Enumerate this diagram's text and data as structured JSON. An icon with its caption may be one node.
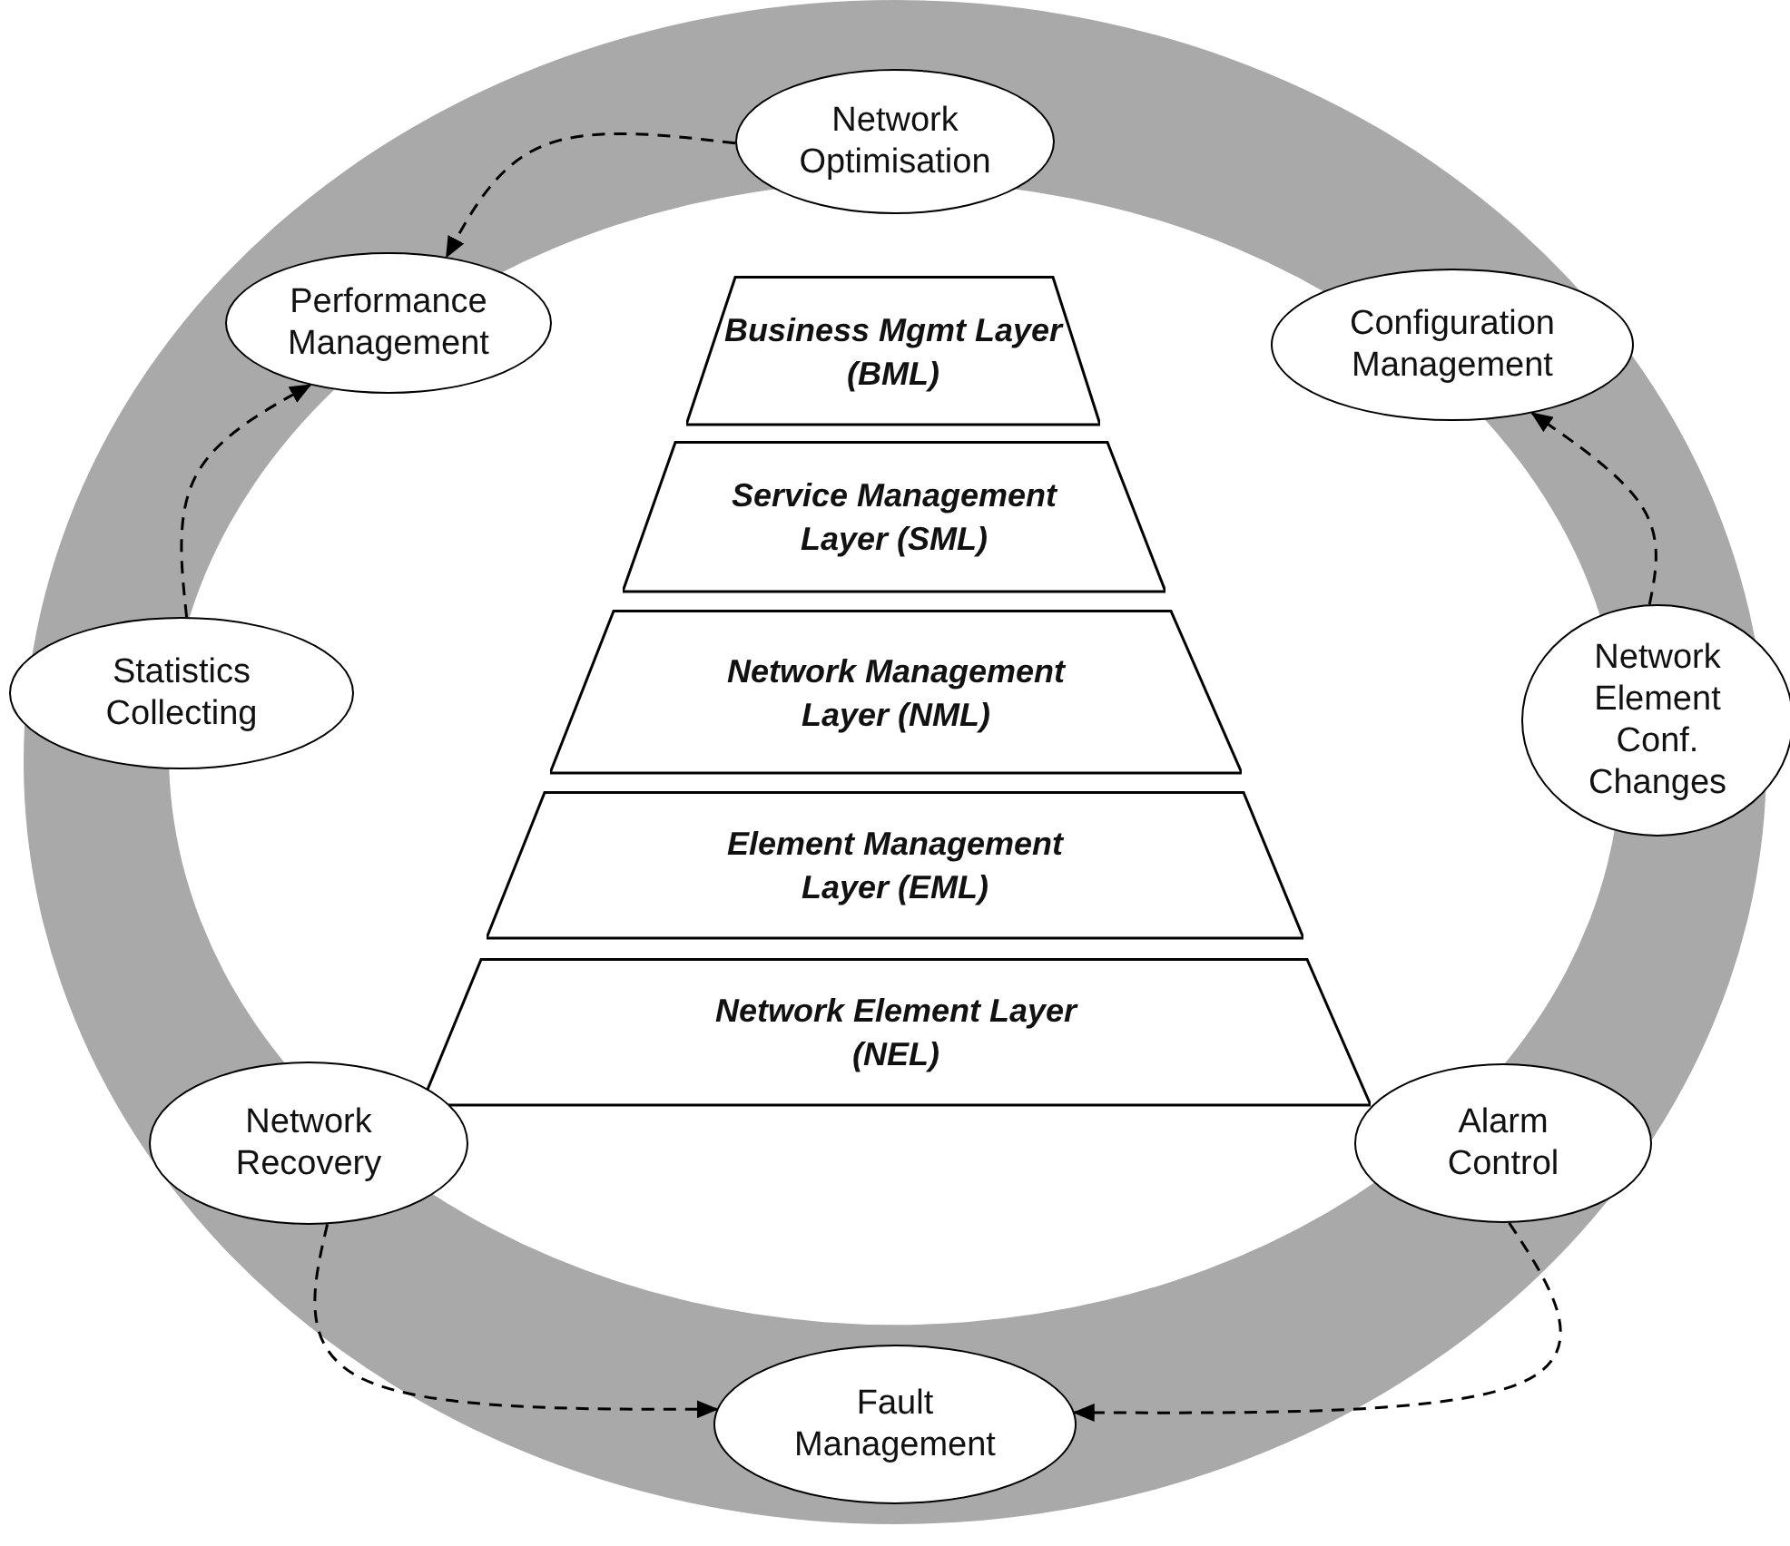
{
  "diagram": {
    "nodes": [
      {
        "text": [
          "Network Optimisation"
        ]
      },
      {
        "text": [
          "Performance Management"
        ]
      },
      {
        "text": [
          "Business Mgmt Layer (BML)"
        ]
      },
      {
        "text": [
          "Configuration Management"
        ]
      },
      {
        "text": [
          "Service Management Layer (SML)"
        ]
      },
      {
        "text": [
          "Statistics Collecting"
        ]
      },
      {
        "text": [
          "Network Management Layer (NML)"
        ]
      },
      {
        "text": [
          "Network Element Conf. Changes"
        ]
      },
      {
        "text": [
          "Element Management Layer (EML)"
        ]
      },
      {
        "text": [
          "Network Element Layer (NEL)"
        ]
      },
      {
        "text": [
          "Network Recovery"
        ]
      },
      {
        "text": [
          "Alarm Control"
        ]
      },
      {
        "text": [
          "Fault Management"
        ]
      }
    ],
    "edges": [
      {
        "from": 0,
        "to": 1,
        "arrow": "to",
        "style": "dashed"
      },
      {
        "from": 5,
        "to": 1,
        "arrow": "to",
        "style": "dashed"
      },
      {
        "from": 7,
        "to": 3,
        "arrow": "to",
        "style": "dashed"
      },
      {
        "from": 10,
        "to": 12,
        "arrow": "to",
        "style": "dashed"
      },
      {
        "from": 11,
        "to": 12,
        "arrow": "to",
        "style": "dashed"
      }
    ]
  }
}
